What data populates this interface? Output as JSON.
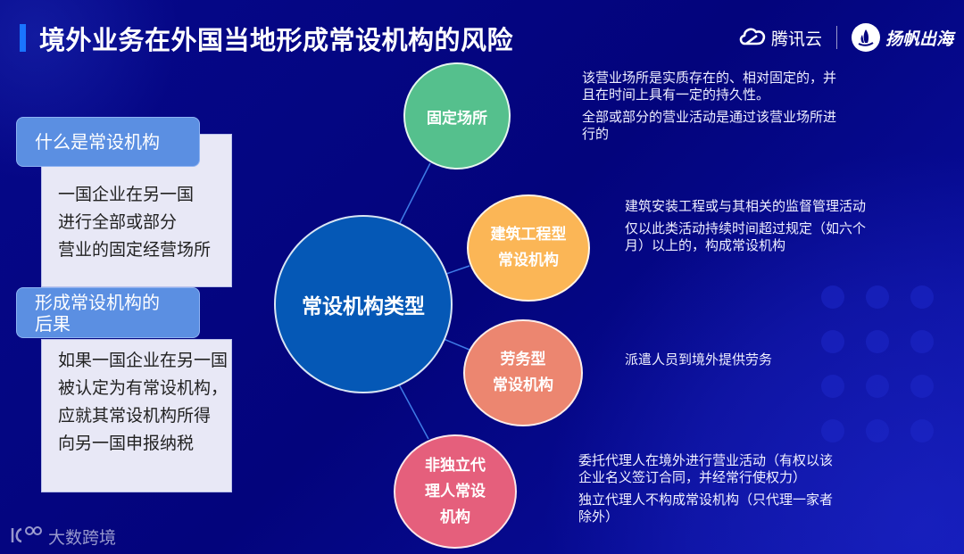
{
  "header": {
    "title": "境外业务在外国当地形成常设机构的风险",
    "accent_color": "#1a74ff",
    "logos": [
      {
        "icon": "tencent-cloud-icon",
        "label": "腾讯云"
      },
      {
        "icon": "yangfan-sail-icon",
        "label": "扬帆出海"
      }
    ]
  },
  "left_panel": {
    "sections": [
      {
        "heading": "什么是常设机构",
        "lines": [
          "一国企业在另一国",
          "进行全部或部分",
          "营业的固定经营场所"
        ]
      },
      {
        "heading_lines": [
          "形成常设机构的",
          "后果"
        ],
        "lines": [
          "如果一国企业在另一国",
          "被认定为有常设机构，",
          "应就其常设机构所得",
          "向另一国申报纳税"
        ]
      }
    ]
  },
  "diagram": {
    "center": {
      "label": "常设机构类型",
      "color": "#0558b6"
    },
    "nodes": [
      {
        "id": "fixed",
        "label_lines": [
          "固定场所"
        ],
        "color": "#55c08d",
        "description": [
          "该营业场所是实质存在的、相对固定的，并且在时间上具有一定的持久性。",
          "全部或部分的营业活动是通过该营业场所进行的"
        ]
      },
      {
        "id": "construction",
        "label_lines": [
          "建筑工程型",
          "常设机构"
        ],
        "color": "#fbb656",
        "description": [
          "建筑安装工程或与其相关的监督管理活动",
          "仅以此类活动持续时间超过规定（如六个月）以上的，构成常设机构"
        ]
      },
      {
        "id": "labor",
        "label_lines": [
          "劳务型",
          "常设机构"
        ],
        "color": "#ec8670",
        "description": [
          "派遣人员到境外提供劳务"
        ]
      },
      {
        "id": "agent",
        "label_lines": [
          "非独立代",
          "理人常设",
          "机构"
        ],
        "color": "#e55f7c",
        "description": [
          "委托代理人在境外进行营业活动（有权以该企业名义签订合同，并经常行使权力）",
          "独立代理人不构成常设机构（只代理一家者除外）"
        ]
      }
    ]
  },
  "watermark": {
    "icon": "100-logo-icon",
    "label": "大数跨境"
  }
}
